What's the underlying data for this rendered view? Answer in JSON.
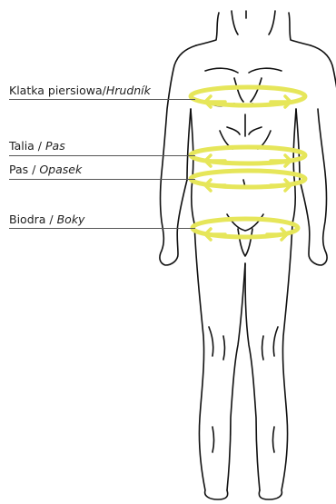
{
  "labels": {
    "chest": {
      "polish": "Klatka piersiowa/",
      "czech": "Hrudník"
    },
    "waist": {
      "polish": "Talia / ",
      "czech": "Pas"
    },
    "belt": {
      "polish": "Pas / ",
      "czech": "Opasek"
    },
    "hips": {
      "polish": "Biodra / ",
      "czech": "Boky"
    }
  },
  "colors": {
    "measure": "#e6e65a",
    "outline": "#111111",
    "text": "#1f1f1f"
  },
  "icons": {
    "arrows": "double-arrow-icon"
  }
}
